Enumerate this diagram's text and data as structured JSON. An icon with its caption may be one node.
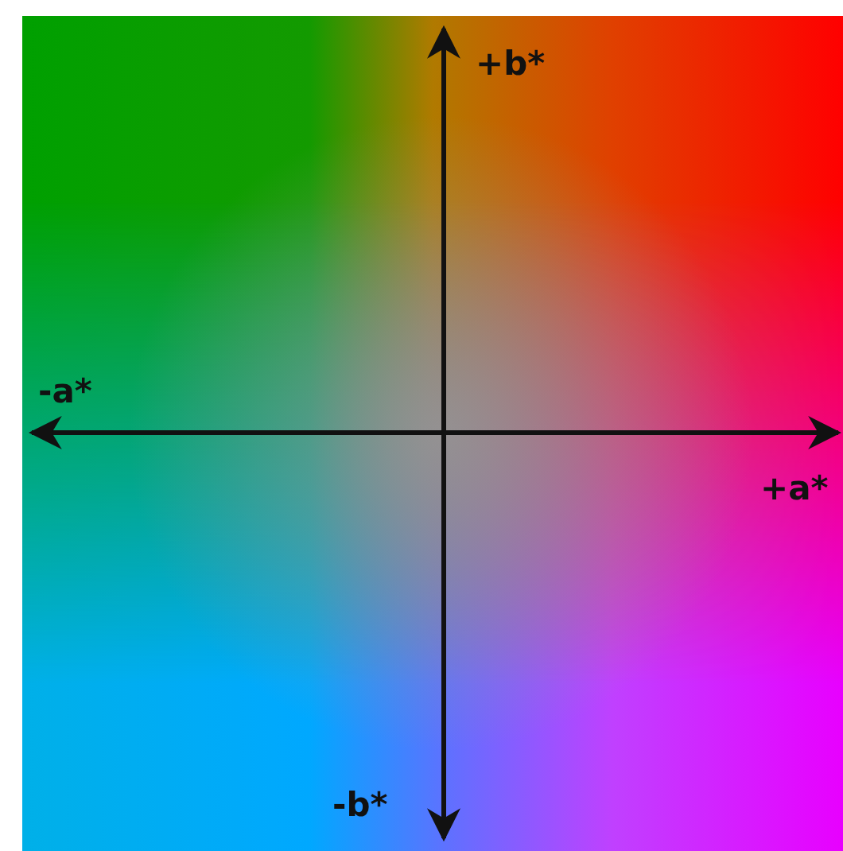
{
  "diagram": {
    "labels": [
      "+b*",
      "-a*",
      "+a*",
      "-b*"
    ]
  }
}
